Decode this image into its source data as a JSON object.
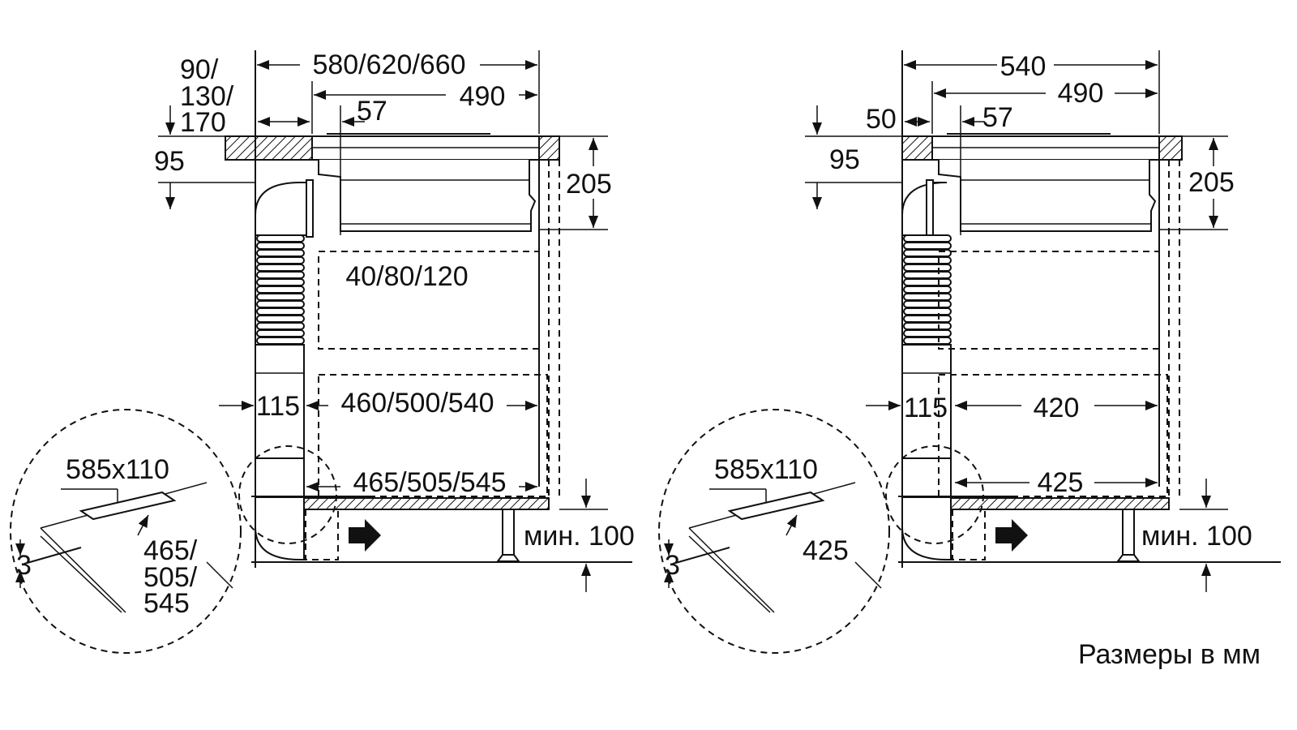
{
  "left_drawing": {
    "offset_dim": [
      "90/",
      "130/",
      "170"
    ],
    "width_dim": "580/620/660",
    "cutout_dim": "490",
    "edge_dim": "57",
    "depth_dim": "95",
    "height_dim": "205",
    "drawer_dim": "40/80/120",
    "duct_dim": "115",
    "cabinet_dim": "460/500/540",
    "plinth_dim": "465/505/545",
    "floor_gap": "мин. 100",
    "detail": {
      "slot_dim": "585x110",
      "thickness_dim": "3",
      "length_dim": [
        "465/",
        "505/",
        "545"
      ]
    }
  },
  "right_drawing": {
    "offset_dim": "50",
    "width_dim": "540",
    "cutout_dim": "490",
    "edge_dim": "57",
    "depth_dim": "95",
    "height_dim": "205",
    "duct_dim": "115",
    "cabinet_dim": "420",
    "plinth_dim": "425",
    "floor_gap": "мин. 100",
    "detail": {
      "slot_dim": "585x110",
      "thickness_dim": "3",
      "length_dim": "425"
    }
  },
  "units_note": "Размеры в мм"
}
